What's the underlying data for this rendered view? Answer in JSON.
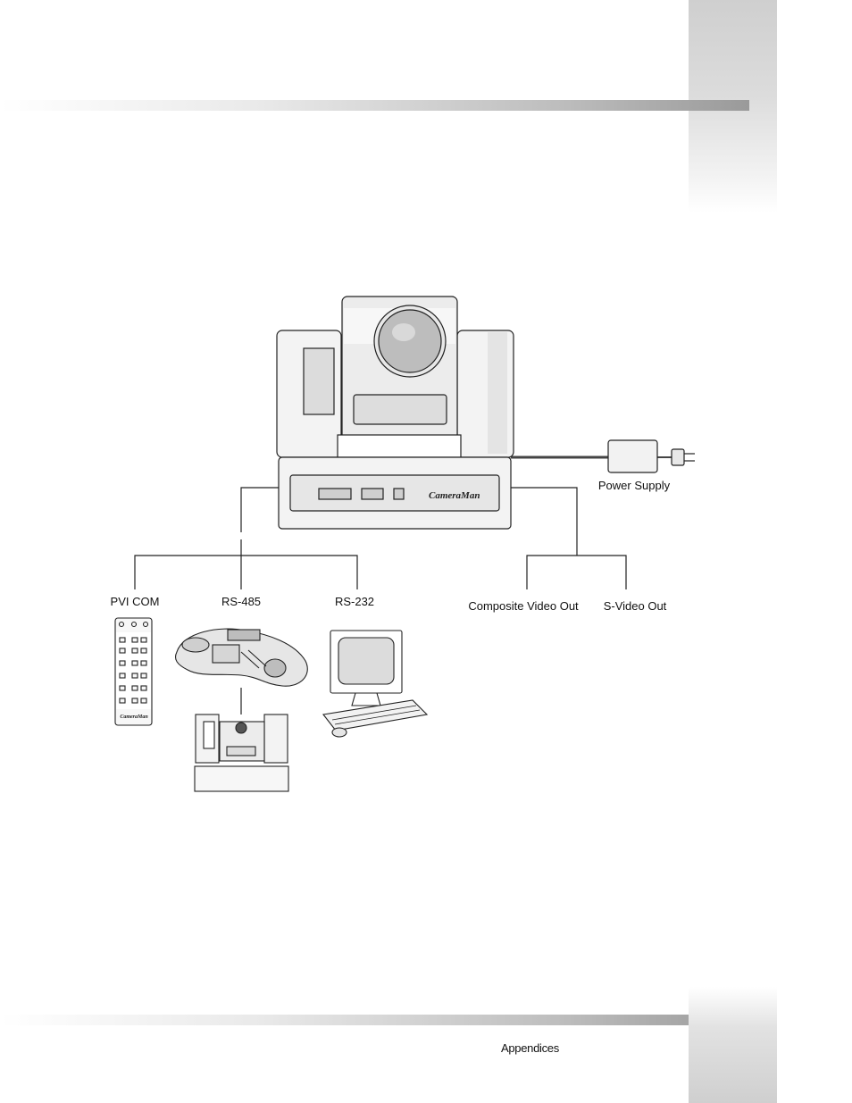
{
  "header": {},
  "diagram": {
    "camera_brand": "CameraMan",
    "ports": {
      "pvi_com": "PVI COM",
      "rs485": "RS-485",
      "rs232": "RS-232",
      "composite": "Composite Video Out",
      "svideo": "S-Video Out",
      "power": "Power Supply"
    }
  },
  "footer": {
    "section": "Appendices"
  }
}
